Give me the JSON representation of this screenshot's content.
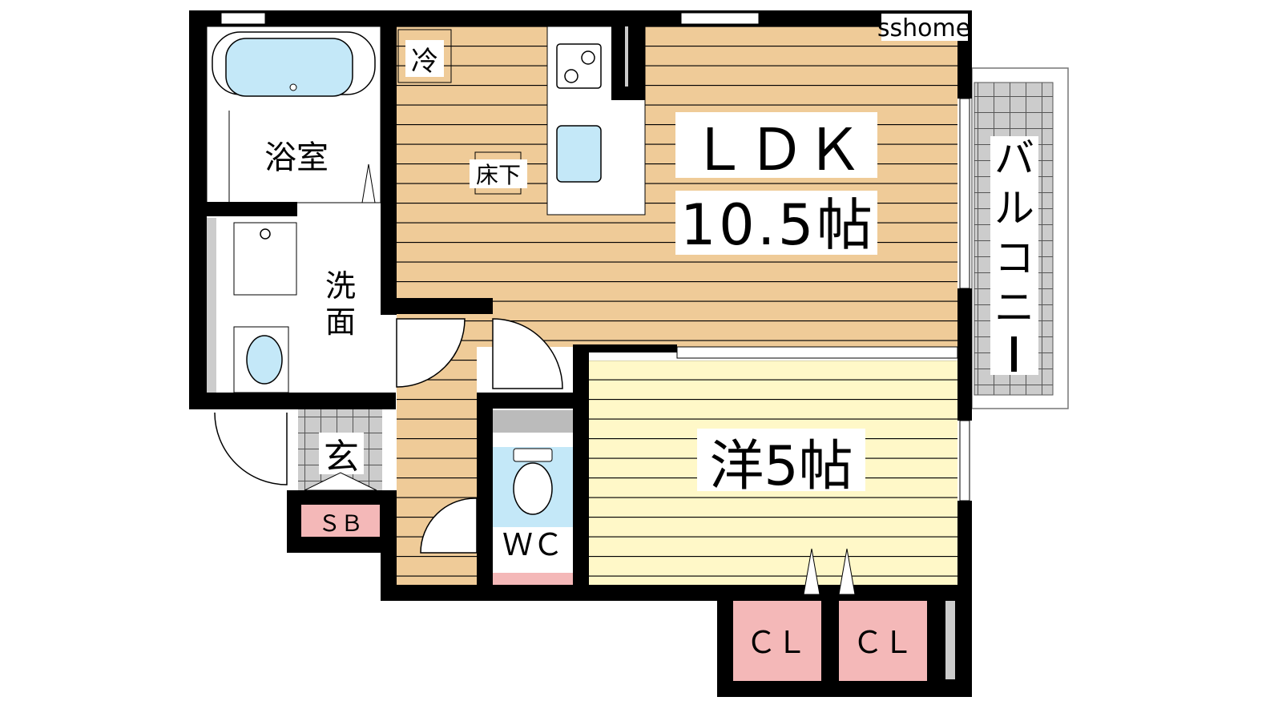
{
  "watermark": "sshome",
  "rooms": {
    "ldk_name": "ＬＤＫ",
    "ldk_size": "10.5帖",
    "western": "洋5帖",
    "bath": "浴室",
    "washroom_1": "洗",
    "washroom_2": "面",
    "entrance": "玄",
    "shoe_box": "ＳＢ",
    "toilet": "ＷＣ",
    "closet_1": "ＣＬ",
    "closet_2": "ＣＬ",
    "fridge": "冷",
    "underfloor": "床下",
    "balcony_chars": [
      "バ",
      "ル",
      "コ",
      "ニ",
      "ー"
    ]
  },
  "colors": {
    "ldk_floor": "#efcb98",
    "western_floor": "#fff8c8",
    "water": "#c4e8f8",
    "closet": "#f4b8b8",
    "wall": "#000000",
    "balcony": "#cccccc"
  }
}
